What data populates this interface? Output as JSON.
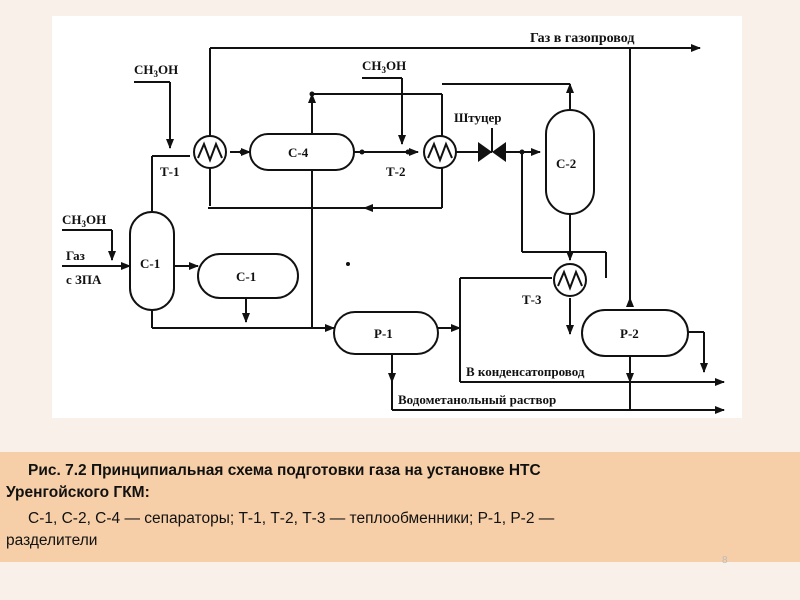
{
  "diagram": {
    "gas_to_pipeline": "Газ в газопровод",
    "methanol_1": "CH",
    "methanol_2": "CH",
    "methanol_3": "CH",
    "methanol_sub": "3",
    "methanol_suffix": "OH",
    "choke_label": "Штуцер",
    "gas_in_1": "Газ",
    "gas_in_2": "с ЗПА",
    "to_condensate": "В конденсатопровод",
    "water_methanol": "Водометанольный раствор",
    "units": {
      "c1_vertical": "С-1",
      "c1_horizontal": "С-1",
      "c4": "С-4",
      "c2": "С-2",
      "p1": "Р-1",
      "p2": "Р-2",
      "t1": "Т-1",
      "t2": "Т-2",
      "t3": "Т-3"
    }
  },
  "caption": {
    "line1": "Рис. 7.2 Принципиальная схема подготовки газа на установке НТС",
    "line2": "Уренгойского ГКМ:",
    "line3": "С-1, С-2, С-4 — сепараторы; Т-1, Т-2, Т-3 — теплообменники; Р-1, Р-2 —",
    "line4": "разделители"
  },
  "slide_number": "8"
}
